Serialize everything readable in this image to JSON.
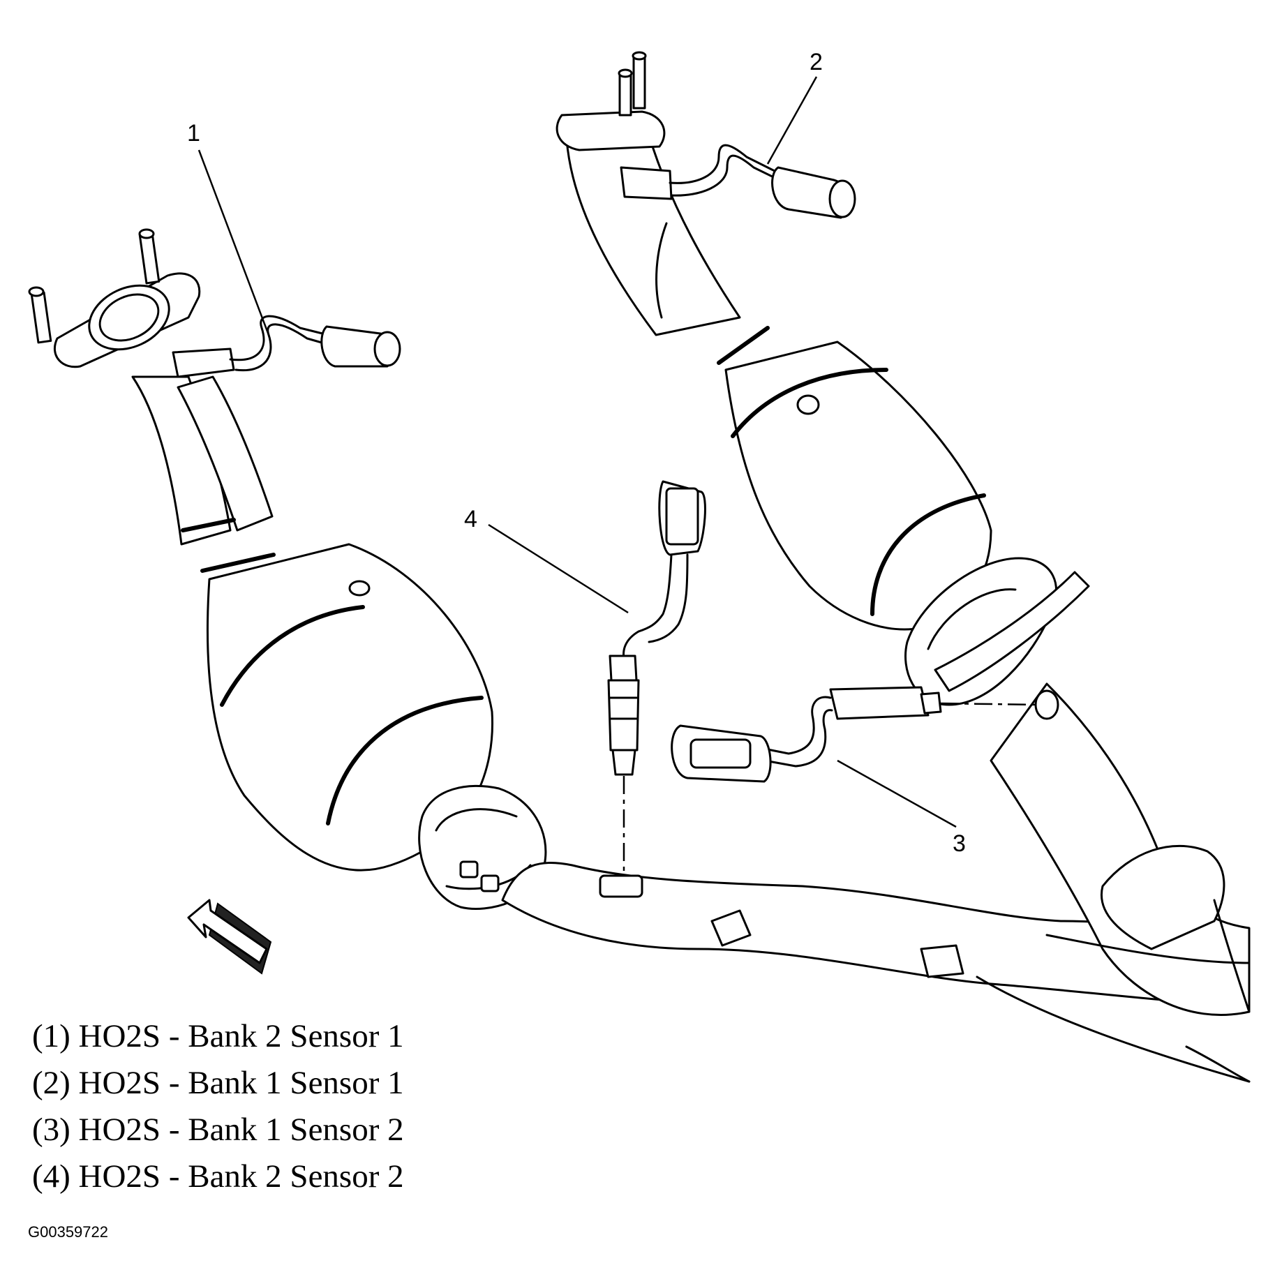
{
  "callouts": [
    {
      "number": "1",
      "label": "(1) HO2S - Bank 2 Sensor 1"
    },
    {
      "number": "2",
      "label": "(2) HO2S - Bank 1 Sensor 1"
    },
    {
      "number": "3",
      "label": "(3) HO2S - Bank 1 Sensor 2"
    },
    {
      "number": "4",
      "label": "(4) HO2S - Bank 2 Sensor 2"
    }
  ],
  "figure_id": "G00359722",
  "icons": {
    "front": "direction-arrow-icon"
  }
}
